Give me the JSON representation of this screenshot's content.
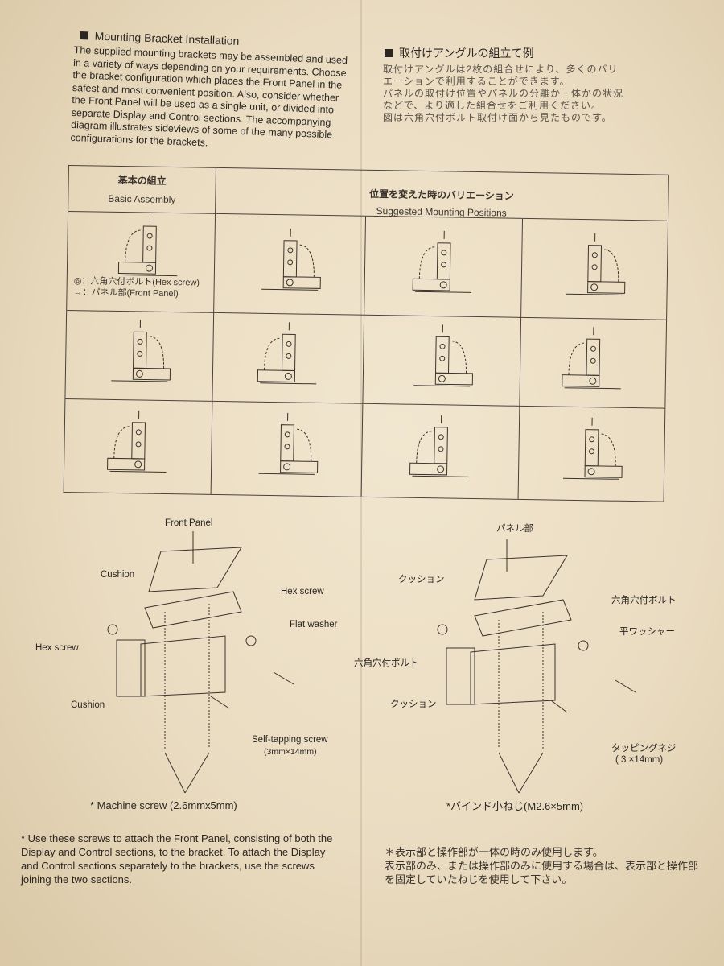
{
  "english": {
    "heading": "Mounting Bracket Installation",
    "paragraph": "The supplied mounting brackets may be assembled and used in a variety of ways depending on your requirements. Choose the bracket configuration which places the Front Panel in the safest and most convenient position. Also, consider whether the Front Panel will be used as a single unit, or divided into separate Display and Control sections. The accompanying diagram illustrates sideviews of some of the many possible configurations for the brackets."
  },
  "japanese": {
    "heading": "取付けアングルの組立て例",
    "lines": [
      "取付けアングルは2枚の組合せにより、多くのバリ",
      "エーションで利用することができます。",
      "パネルの取付け位置やパネルの分離か一体かの状況",
      "などで、より適した組合せをご利用ください。",
      "図は六角穴付ボルト取付け面から見たものです。"
    ]
  },
  "table": {
    "basic_jp": "基本の組立",
    "basic_en": "Basic Assembly",
    "suggested_jp": "位置を変えた時のバリエーション",
    "suggested_en": "Suggested Mounting Positions",
    "legend_hex": "◎：六角穴付ボルト(Hex screw)",
    "legend_panel": "→：パネル部(Front Panel)"
  },
  "diagram_en": {
    "front_panel": "Front Panel",
    "cushion_top": "Cushion",
    "hex_screw_right": "Hex screw",
    "flat_washer": "Flat washer",
    "hex_screw_left": "Hex screw",
    "cushion_bottom": "Cushion",
    "self_tapping": "Self-tapping screw",
    "self_tapping_size": "(3mm×14mm)",
    "machine_screw": "* Machine screw (2.6mmx5mm)"
  },
  "diagram_jp": {
    "front_panel": "パネル部",
    "cushion_top": "クッション",
    "hex_screw_right": "六角穴付ボルト",
    "flat_washer": "平ワッシャー",
    "hex_screw_left": "六角穴付ボルト",
    "cushion_bottom": "クッション",
    "self_tapping": "タッピングネジ",
    "self_tapping_size": "( 3 ×14mm)",
    "machine_screw": "*バインド小ねじ(M2.6×5mm)"
  },
  "footnote_en": "* Use these screws to attach the Front Panel, consisting of both the Display and Control sections, to the bracket. To attach the Display and Control sections separately to the brackets, use the screws joining the two sections.",
  "footnote_jp": {
    "line1": "＊表示部と操作部が一体の時のみ使用します。",
    "line2": "表示部のみ、または操作部のみに使用する場合は、表示部と操作部を固定していたねじを使用して下さい。"
  }
}
